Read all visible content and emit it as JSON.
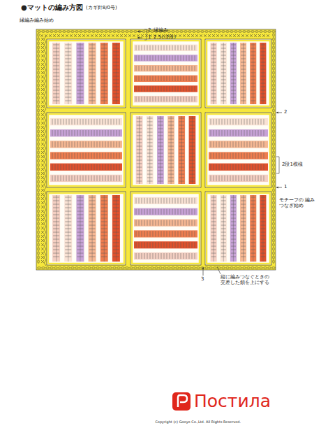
{
  "diagram": {
    "title": "●マットの編み方図",
    "labels": [
      "(カギ針8/0号)",
      "縁編み編み始め",
      "2",
      "縁編み",
      "1",
      "2.5c(2段)",
      "2",
      "2段1模様",
      "1",
      "モチーフの 編みつなぎ始め",
      "3",
      "縦に編みつなぐときの 交差した鎖を上にする",
      "Copyright (c) Gooyo Co.,Ltd. All Rights Reserved.",
      "Постила"
    ]
  }
}
